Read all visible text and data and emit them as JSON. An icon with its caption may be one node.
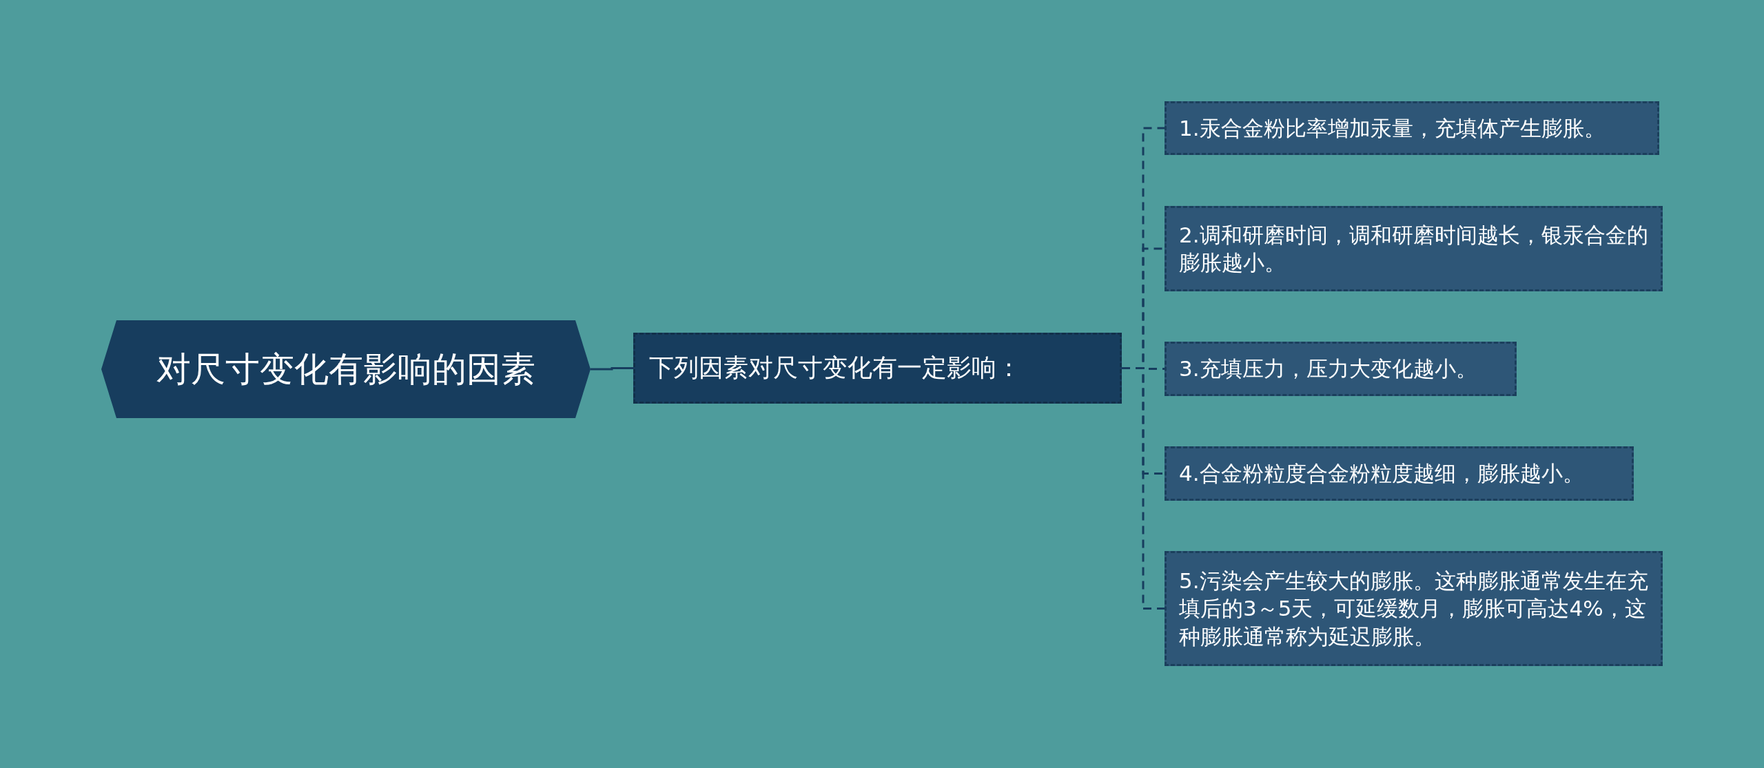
{
  "diagram": {
    "nodes": [
      {
        "text": [
          "对尺寸变化有影响的因素"
        ]
      },
      {
        "text": [
          "下列因素对尺寸变化有一定影响："
        ]
      },
      {
        "text": [
          "1.汞合金粉比率增加汞量，充填体产生膨胀。"
        ]
      },
      {
        "text": [
          "2.调和研磨时间，调和研磨时间越长，银汞合金的膨胀越小。"
        ]
      },
      {
        "text": [
          "3.充填压力，压力大变化越小。"
        ]
      },
      {
        "text": [
          "4.合金粉粒度合金粉粒度越细，膨胀越小。"
        ]
      },
      {
        "text": [
          "5.污染会产生较大的膨胀。这种膨胀通常发生在充填后的3～5天，可延缓数月，膨胀可高达4%，这种膨胀通常称为延迟膨胀。"
        ]
      }
    ],
    "edges": [
      {
        "from": 0,
        "to": 1,
        "arrow": "none"
      },
      {
        "from": 1,
        "to": 2,
        "arrow": "none",
        "style": "dashed"
      },
      {
        "from": 1,
        "to": 3,
        "arrow": "none",
        "style": "dashed"
      },
      {
        "from": 1,
        "to": 4,
        "arrow": "none",
        "style": "dashed"
      },
      {
        "from": 1,
        "to": 5,
        "arrow": "none",
        "style": "dashed"
      },
      {
        "from": 1,
        "to": 6,
        "arrow": "none",
        "style": "dashed"
      }
    ]
  }
}
